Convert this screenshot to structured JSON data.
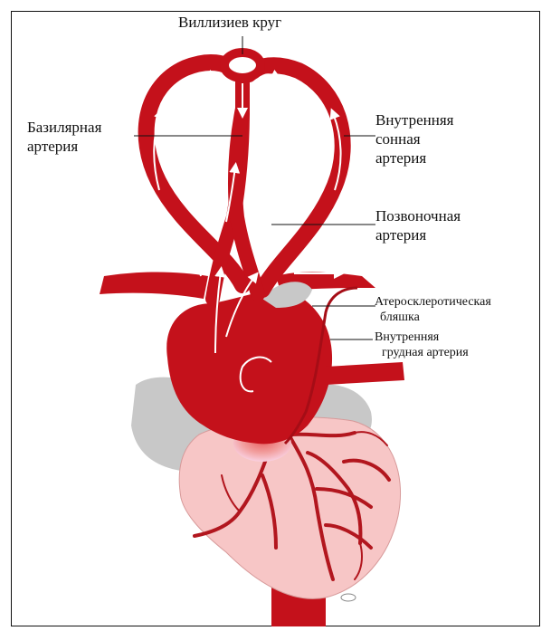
{
  "labels": {
    "willis": "Виллизиев круг",
    "basilar": [
      "Базилярная",
      "артерия"
    ],
    "internal_carotid": [
      "Внутренняя",
      "сонная",
      "артерия"
    ],
    "vertebral": [
      "Позвоночная",
      "артерия"
    ],
    "plaque": [
      "Атеросклеротическая",
      "бляшка"
    ],
    "internal_thoracic": [
      "Внутренняя",
      "грудная артерия"
    ]
  },
  "colors": {
    "artery": "#c4111b",
    "artery_dark": "#a50d16",
    "heart": "#f7c6c6",
    "heart_edge": "#d79a9a",
    "atrium": "#c8c8c8",
    "plaque": "#ef9b9b",
    "arrow": "#ffffff"
  }
}
